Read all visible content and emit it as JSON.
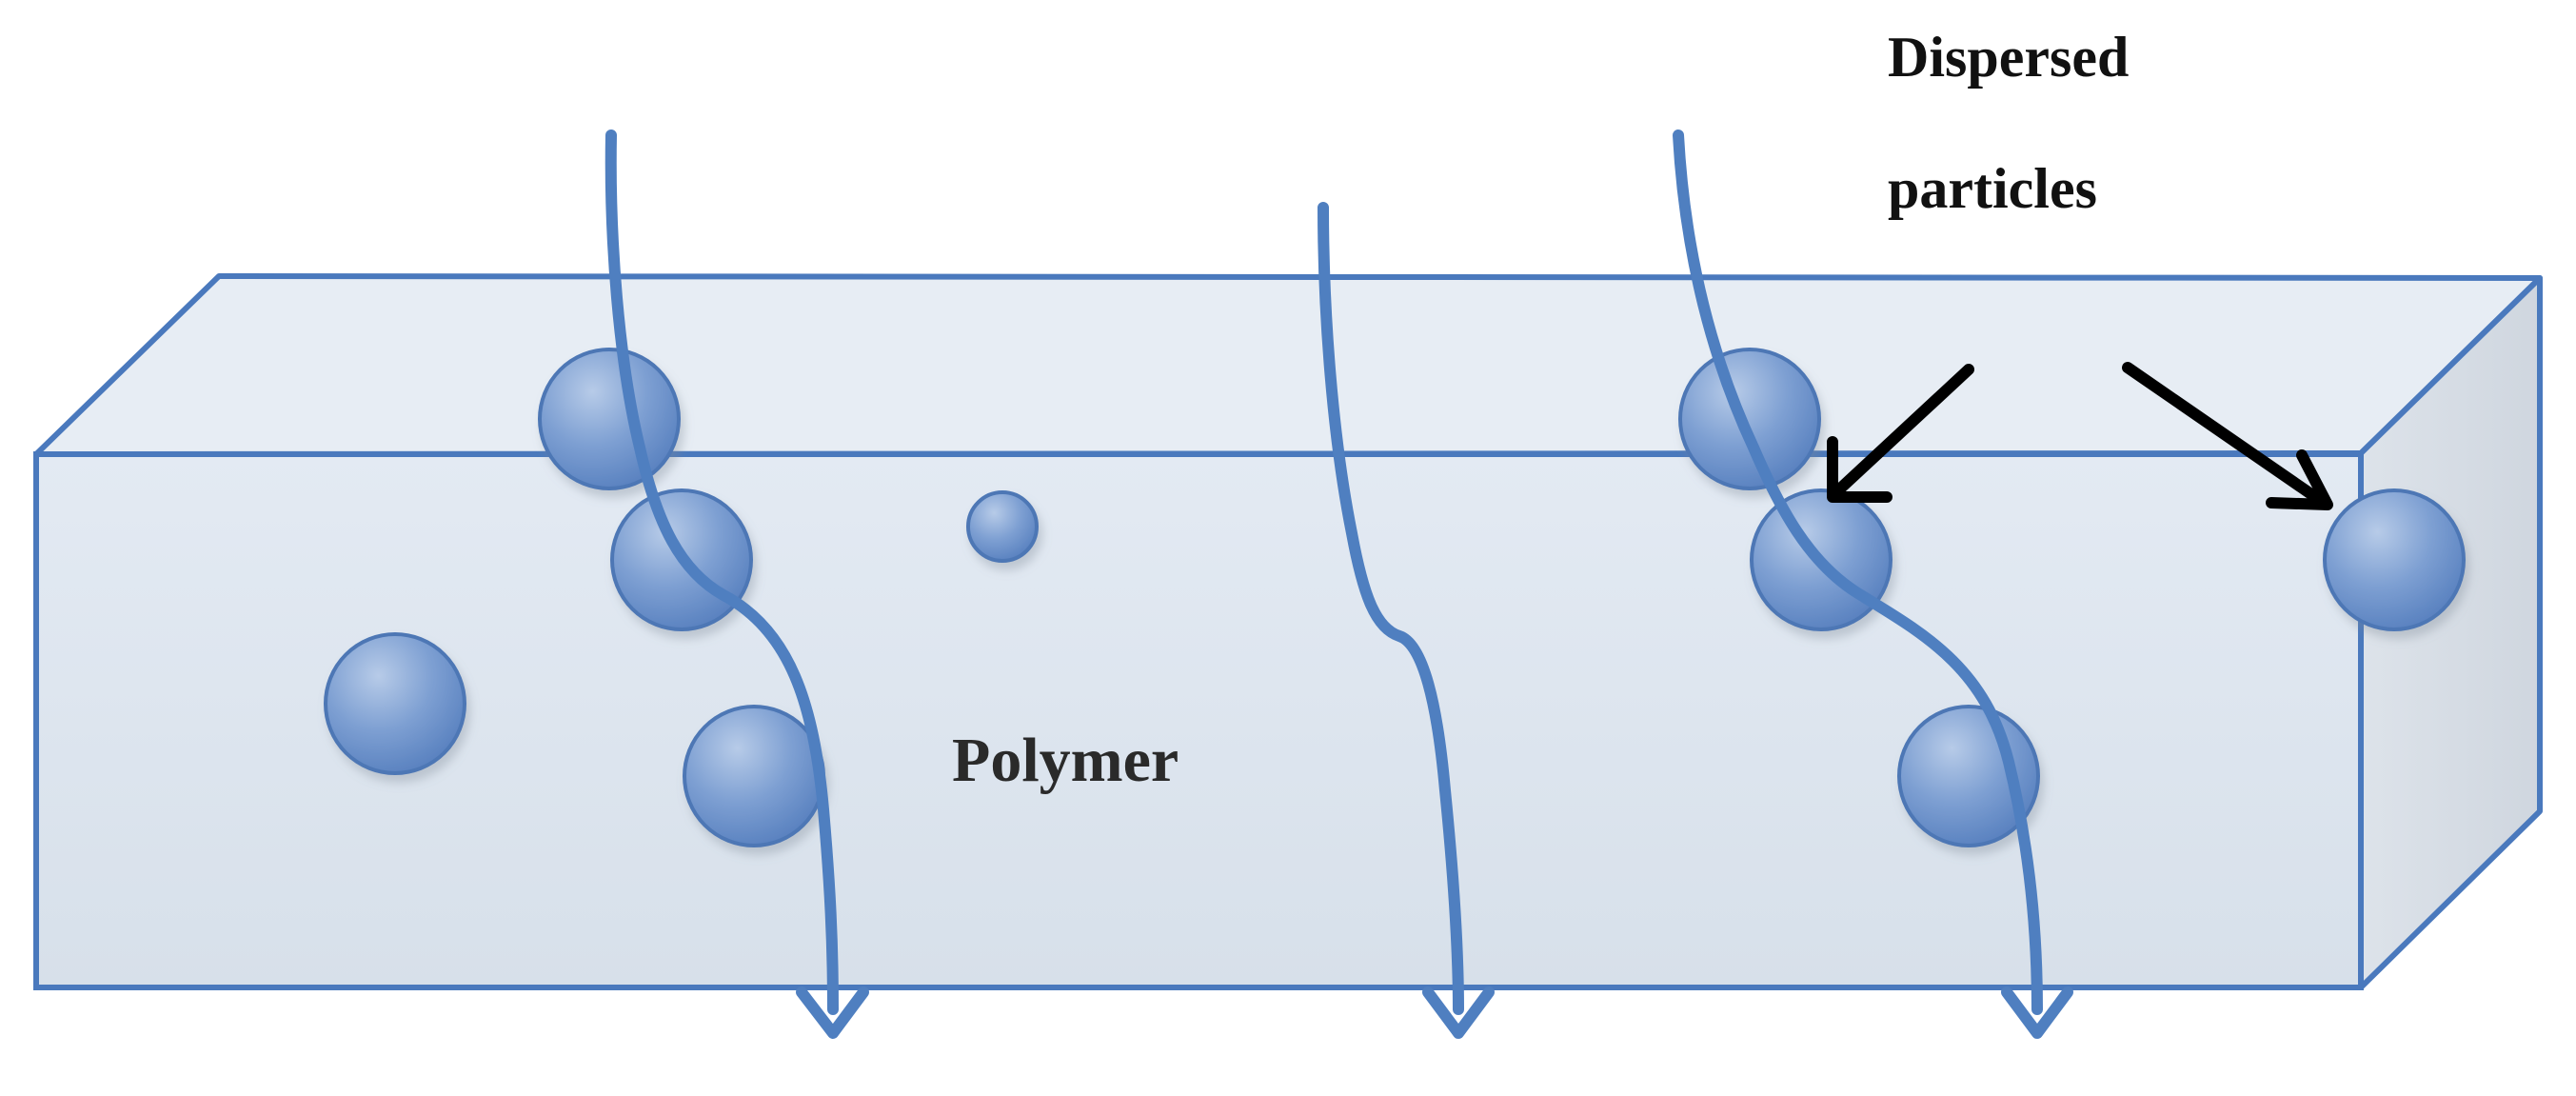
{
  "labels": {
    "polymer": "Polymer",
    "dispersed_line1": "Dispersed",
    "dispersed_line2": "particles"
  },
  "colors": {
    "box_edge": "#4a79bd",
    "box_front": "#dfe7f0",
    "box_top": "#e6ecf3",
    "box_side": "#d9dfe7",
    "particle_light": "#a9c0e2",
    "particle_dark": "#5c86c3",
    "particle_stroke": "#4d77b5",
    "crack_path": "#4f7fc0",
    "arrow": "#000000",
    "text": "#111111"
  },
  "icons": {
    "particle": "sphere-icon",
    "crack_path": "crack-path-arrow-icon",
    "pointer": "pointer-arrow-icon"
  }
}
